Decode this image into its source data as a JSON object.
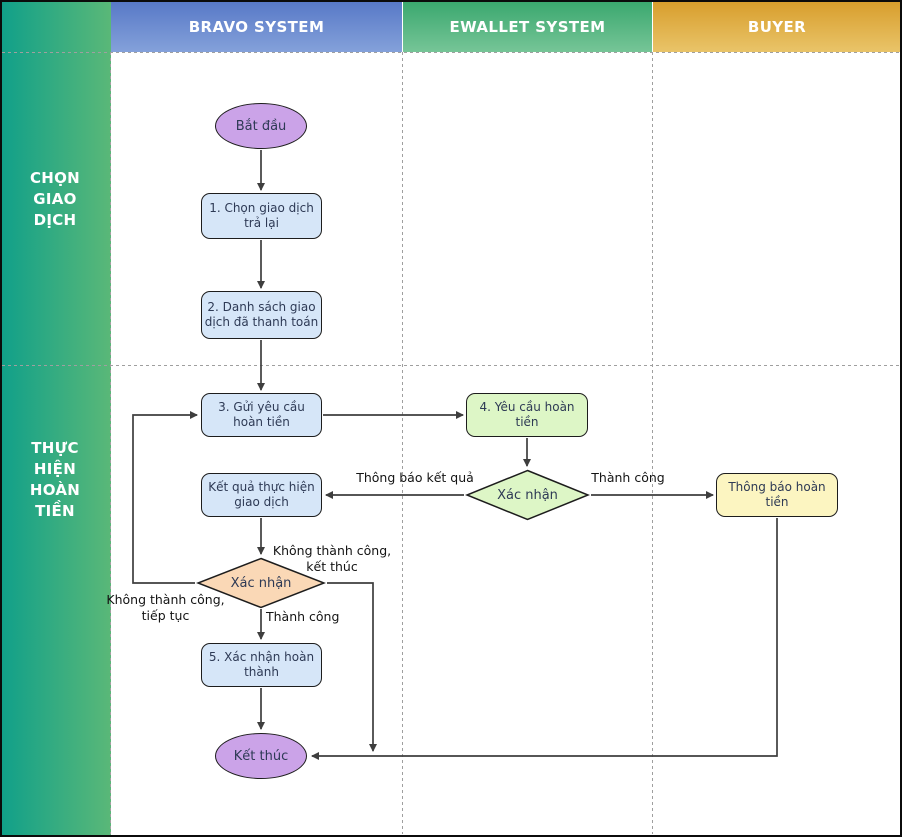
{
  "swimlanes": {
    "columns": [
      {
        "label": "BRAVO SYSTEM"
      },
      {
        "label": "EWALLET SYSTEM"
      },
      {
        "label": "BUYER"
      }
    ],
    "rows": [
      {
        "label": "CHỌN GIAO DỊCH"
      },
      {
        "label": "THỰC HIỆN HOÀN TIỀN"
      }
    ]
  },
  "nodes": {
    "start": {
      "label": "Bắt đầu",
      "type": "terminator"
    },
    "step1": {
      "label": "1. Chọn giao dịch trả lại",
      "type": "process"
    },
    "step2": {
      "label": "2. Danh sách giao dịch đã thanh toán",
      "type": "process"
    },
    "step3": {
      "label": "3. Gửi yêu cầu hoàn tiền",
      "type": "process"
    },
    "step4": {
      "label": "4. Yêu cầu hoàn tiền",
      "type": "process"
    },
    "decision1": {
      "label": "Xác nhận",
      "type": "decision"
    },
    "result": {
      "label": "Kết quả thực hiện giao dịch",
      "type": "process"
    },
    "notify": {
      "label": "Thông báo hoàn tiền",
      "type": "process"
    },
    "decision2": {
      "label": "Xác nhận",
      "type": "decision"
    },
    "step5": {
      "label": "5. Xác nhận hoàn thành",
      "type": "process"
    },
    "end": {
      "label": "Kết thúc",
      "type": "terminator"
    }
  },
  "edge_labels": {
    "notify_result": "Thông báo kết quả",
    "success_1": "Thành công",
    "fail_end": "Không thành công, kết thúc",
    "fail_retry": "Không thành công, tiếp tục",
    "success_2": "Thành công"
  },
  "colors": {
    "header_blue": "#6b8fd4",
    "header_green": "#54b583",
    "header_orange": "#dfaf46",
    "sidebar_gradient_start": "#11a089",
    "sidebar_gradient_end": "#5ab878",
    "node_blue": "#d6e6f8",
    "node_green": "#ddf6c6",
    "node_yellow": "#fcf5c1",
    "node_peach": "#fad8b6",
    "node_purple": "#cba3e8",
    "arrow": "#3e3e3e"
  }
}
